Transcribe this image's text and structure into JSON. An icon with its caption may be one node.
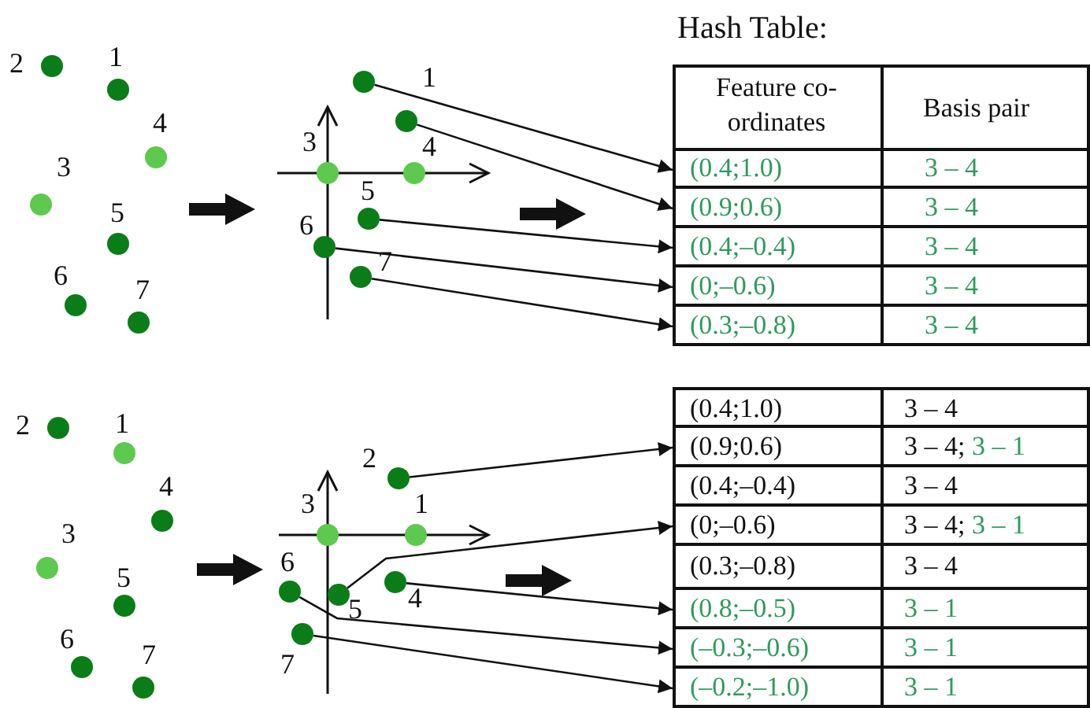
{
  "diagram": {
    "nodes": [
      {
        "text": [],
        "shape": "circle",
        "beside": [
          "2"
        ]
      },
      {
        "text": [],
        "shape": "circle",
        "beside": [
          "1"
        ]
      },
      {
        "text": [],
        "shape": "circle",
        "beside": [
          "4"
        ]
      },
      {
        "text": [],
        "shape": "circle",
        "beside": [
          "3"
        ]
      },
      {
        "text": [],
        "shape": "circle",
        "beside": [
          "5"
        ]
      },
      {
        "text": [],
        "shape": "circle",
        "beside": [
          "6"
        ]
      },
      {
        "text": [],
        "shape": "circle",
        "beside": [
          "7"
        ]
      },
      {
        "text": [],
        "shape": "circle"
      },
      {
        "text": [],
        "shape": "circle",
        "beside": [
          "1"
        ]
      },
      {
        "text": [],
        "shape": "circle",
        "beside": [
          "3"
        ]
      },
      {
        "text": [],
        "shape": "circle",
        "beside": [
          "4"
        ]
      },
      {
        "text": [],
        "shape": "circle",
        "beside": [
          "5"
        ]
      },
      {
        "text": [],
        "shape": "circle",
        "beside": [
          "6"
        ]
      },
      {
        "text": [],
        "shape": "circle",
        "beside": [
          "7"
        ]
      },
      {
        "text": [
          "Feature co- ordinates",
          "Basis pair"
        ]
      },
      {
        "text": [
          "(0.4;1.0)",
          "3 – 4"
        ]
      },
      {
        "text": [
          "(0.9;0.6)",
          "3 – 4"
        ]
      },
      {
        "text": [
          "(0.4;–0.4)",
          "3 – 4"
        ]
      },
      {
        "text": [
          "(0;–0.6)",
          "3 – 4"
        ]
      },
      {
        "text": [
          "(0.3;–0.8)",
          "3 – 4"
        ]
      },
      {
        "text": [],
        "shape": "circle",
        "beside": [
          "2"
        ]
      },
      {
        "text": [],
        "shape": "circle",
        "beside": [
          "1"
        ]
      },
      {
        "text": [],
        "shape": "circle",
        "beside": [
          "4"
        ]
      },
      {
        "text": [],
        "shape": "circle",
        "beside": [
          "3"
        ]
      },
      {
        "text": [],
        "shape": "circle",
        "beside": [
          "5"
        ]
      },
      {
        "text": [],
        "shape": "circle",
        "beside": [
          "6"
        ]
      },
      {
        "text": [],
        "shape": "circle",
        "beside": [
          "7"
        ]
      },
      {
        "text": [],
        "shape": "circle",
        "beside": [
          "2"
        ]
      },
      {
        "text": [],
        "shape": "circle",
        "beside": [
          "3"
        ]
      },
      {
        "text": [],
        "shape": "circle",
        "beside": [
          "1"
        ]
      },
      {
        "text": [],
        "shape": "circle",
        "beside": [
          "4"
        ]
      },
      {
        "text": [],
        "shape": "circle",
        "beside": [
          "6"
        ]
      },
      {
        "text": [],
        "shape": "circle",
        "beside": [
          "5"
        ]
      },
      {
        "text": [],
        "shape": "circle",
        "beside": [
          "7"
        ]
      },
      {
        "text": [
          "(0.4;1.0)",
          "3 – 4"
        ]
      },
      {
        "text": [
          "(0.9;0.6)",
          "3 – 4;",
          "3 – 1"
        ]
      },
      {
        "text": [
          "(0.4;–0.4)",
          "3 – 4"
        ]
      },
      {
        "text": [
          "(0;–0.6)",
          "3 – 4;",
          "3 – 1"
        ]
      },
      {
        "text": [
          "(0.3;–0.8)",
          "3 – 4"
        ]
      },
      {
        "text": [
          "(0.8;–0.5)",
          "3 – 1"
        ]
      },
      {
        "text": [
          "(–0.3;–0.6)",
          "3 – 1"
        ]
      },
      {
        "text": [
          "(–0.2;–1.0)",
          "3 – 1"
        ]
      }
    ],
    "edges": [
      {
        "from": 7,
        "to": 15,
        "arrow": "to"
      },
      {
        "from": 8,
        "to": 16,
        "arrow": "to"
      },
      {
        "from": 11,
        "to": 17,
        "arrow": "to"
      },
      {
        "from": 12,
        "to": 18,
        "arrow": "to"
      },
      {
        "from": 13,
        "to": 19,
        "arrow": "to"
      },
      {
        "from": 27,
        "to": 35,
        "arrow": "to"
      },
      {
        "from": 32,
        "to": 37,
        "arrow": "to"
      },
      {
        "from": 30,
        "to": 39,
        "arrow": "to"
      },
      {
        "from": 31,
        "to": 40,
        "arrow": "to"
      },
      {
        "from": 33,
        "to": 41,
        "arrow": "to"
      }
    ],
    "labels": [
      "Hash Table:"
    ]
  }
}
